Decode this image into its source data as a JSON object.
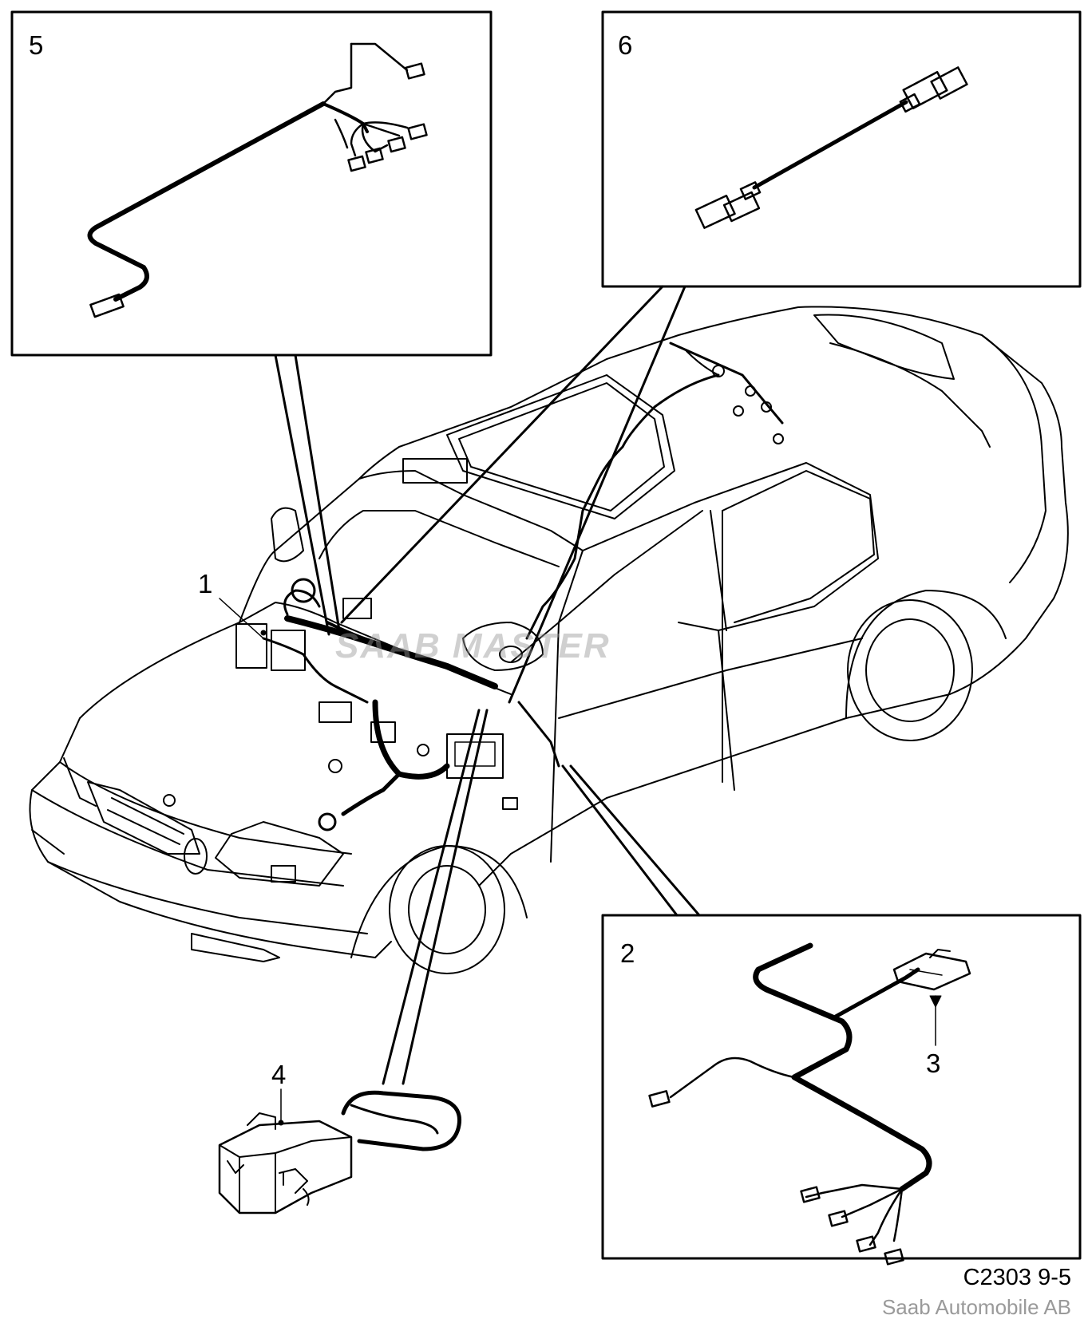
{
  "callouts": {
    "n1": "1",
    "n2": "2",
    "n3": "3",
    "n4": "4",
    "n5": "5",
    "n6": "6"
  },
  "footer": {
    "code": "C2303 9-5",
    "maker": "Saab Automobile AB"
  },
  "watermark": "SAAB MASTER",
  "colors": {
    "line": "#000000",
    "background": "#ffffff",
    "maker_text": "#9a9a9a"
  }
}
